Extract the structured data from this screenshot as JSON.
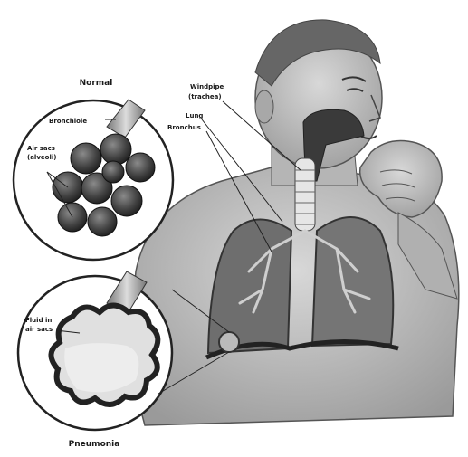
{
  "labels": {
    "normal": "Normal",
    "bronchiole": "Bronchiole",
    "air_sacs_line1": "Air sacs",
    "air_sacs_line2": "(alveoli)",
    "windpipe_line1": "Windpipe",
    "windpipe_line2": "(trachea)",
    "lung": "Lung",
    "bronchus": "Bronchus",
    "fluid_line1": "Fluid in",
    "fluid_line2": "air sacs",
    "pneumonia": "Pneumonia"
  },
  "colors": {
    "ink": "#1a1a1a",
    "skin": "#bdbdbd",
    "lung": "#6e6e6e",
    "alveoli": "#4a4a4a"
  }
}
